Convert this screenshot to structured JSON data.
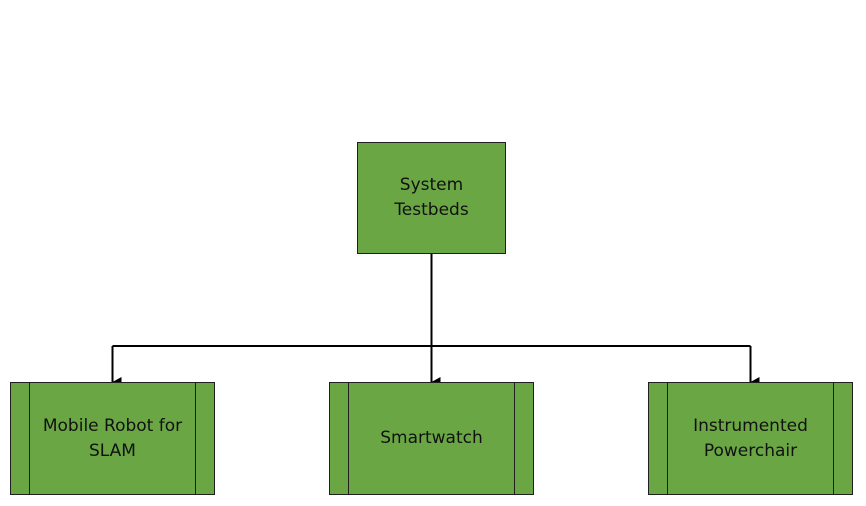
{
  "diagram": {
    "root": {
      "label": "System\nTestbeds"
    },
    "children": [
      {
        "label": "Mobile Robot for\nSLAM"
      },
      {
        "label": "Smartwatch"
      },
      {
        "label": "Instrumented\nPowerchair"
      }
    ]
  },
  "colors": {
    "node_fill": "#6aa744",
    "node_border": "#1f1f1f",
    "connector": "#000000",
    "background": "#ffffff"
  }
}
